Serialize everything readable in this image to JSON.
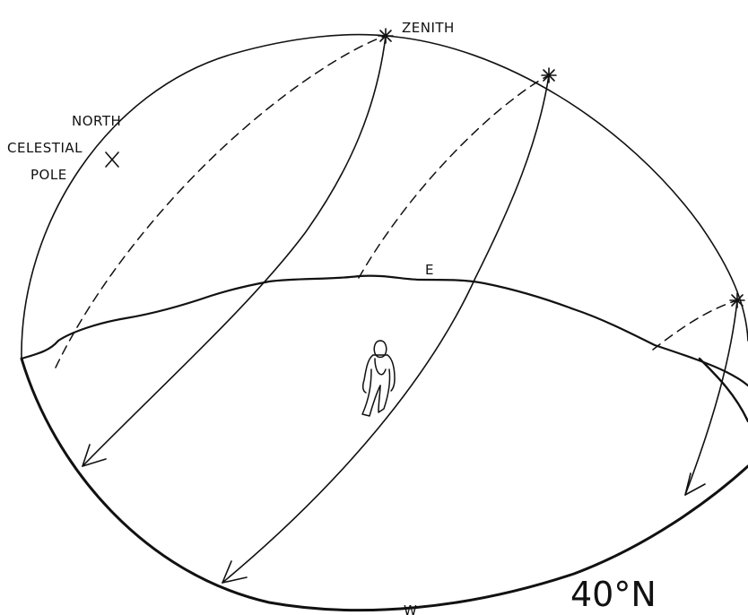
{
  "labels": {
    "zenith": "ZENITH",
    "north": "NORTH",
    "celestial": "CELESTIAL",
    "pole": "POLE",
    "east": "E",
    "west": "W",
    "latitude": "40°N"
  },
  "colors": {
    "ink": "#111111",
    "background": "#ffffff"
  }
}
